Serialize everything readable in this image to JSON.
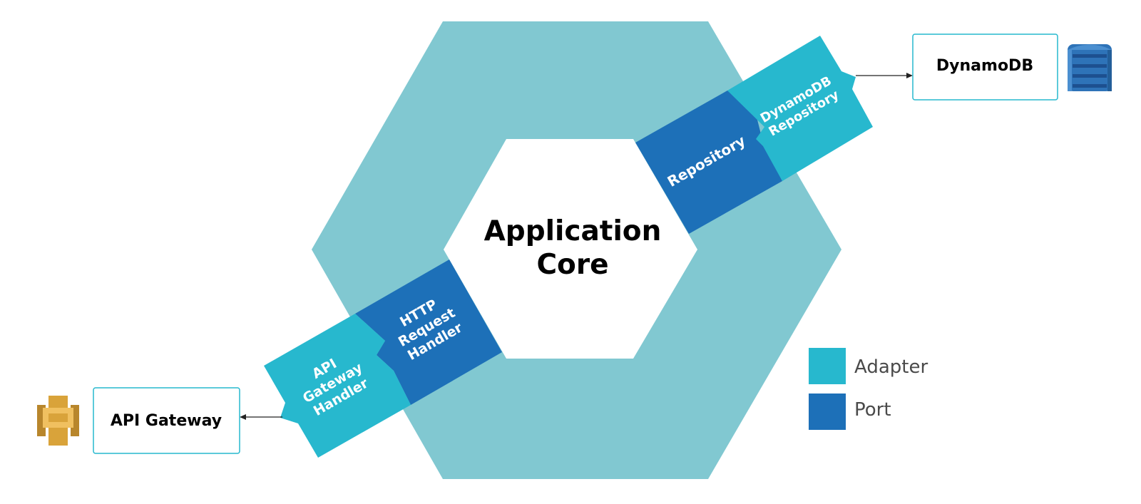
{
  "core": {
    "line1": "Application",
    "line2": "Core"
  },
  "ports": {
    "http": {
      "line1": "HTTP",
      "line2": "Request",
      "line3": "Handler"
    },
    "repository": {
      "label": "Repository"
    }
  },
  "adapters": {
    "api_gateway_handler": {
      "line1": "API",
      "line2": "Gateway",
      "line3": "Handler"
    },
    "dynamodb_repository": {
      "line1": "DynamoDB",
      "line2": "Repository"
    }
  },
  "external": {
    "api_gateway": {
      "label": "API Gateway",
      "icon": "api-gateway-icon"
    },
    "dynamodb": {
      "label": "DynamoDB",
      "icon": "dynamodb-icon"
    }
  },
  "legend": {
    "adapter": {
      "label": "Adapter",
      "color": "#27b8ce"
    },
    "port": {
      "label": "Port",
      "color": "#1d70b8"
    }
  },
  "colors": {
    "outer_hexagon": "#81c8d1",
    "adapter": "#27b8ce",
    "port": "#1d70b8",
    "gold_icon": "#d9a33a",
    "dynamo_icon": "#2e73b8"
  }
}
